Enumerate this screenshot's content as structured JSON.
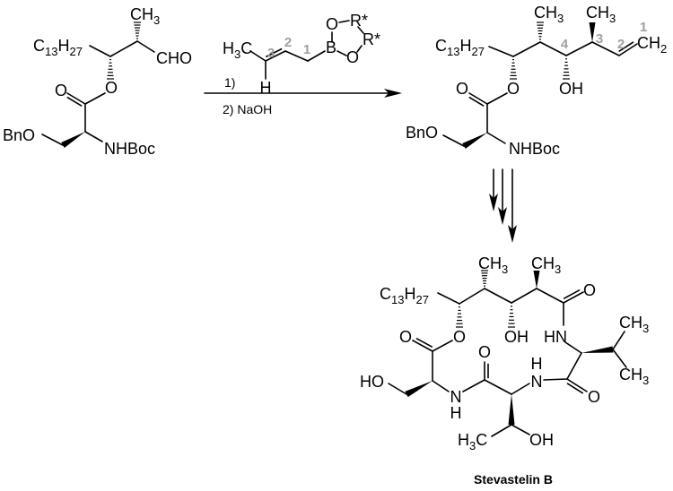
{
  "starting_material": {
    "methyl": "CH3",
    "alkyl": "C13H27",
    "aldehyde": "CHO",
    "ester_o": "O",
    "carbonyl_o": "O",
    "benzyloxy": "BnO",
    "amine": "NHBoc"
  },
  "reagent": {
    "methyl": "H3C",
    "hydrogen": "H",
    "boron": "B",
    "oxygen_top": "O",
    "oxygen_bottom": "O",
    "r_top": "R*",
    "r_right": "R*",
    "locants": [
      "3",
      "2",
      "1"
    ],
    "step1": "1)",
    "step2": "2) NaOH"
  },
  "product": {
    "alkyl": "C13H27",
    "methyl_a": "CH3",
    "methyl_b": "CH3",
    "hydroxyl": "OH",
    "terminal": "CH2",
    "ester_o": "O",
    "carbonyl_o": "O",
    "benzyloxy": "BnO",
    "amine": "NHBoc",
    "locants": [
      "4",
      "3",
      "2",
      "1"
    ],
    "new_bond_color": "#e8161b"
  },
  "stevastelin": {
    "alkyl": "C13H27",
    "methyl_a": "CH3",
    "methyl_b": "CH3",
    "hydroxyl": "OH",
    "amide_o1": "O",
    "amide_nh1": "HN",
    "val_methyl_up": "CH3",
    "val_methyl_down": "CH3",
    "amide_o2": "O",
    "amide_n2": "N",
    "amide_h2": "H",
    "amide_o3": "O",
    "thr_methyl": "H3C",
    "thr_hydroxyl": "OH",
    "amide_n3": "N",
    "amide_h3": "H",
    "ester_o": "O",
    "ester_carbonyl_o": "O",
    "ser_hydroxyl": "HO",
    "name": "Stevastelin B"
  }
}
